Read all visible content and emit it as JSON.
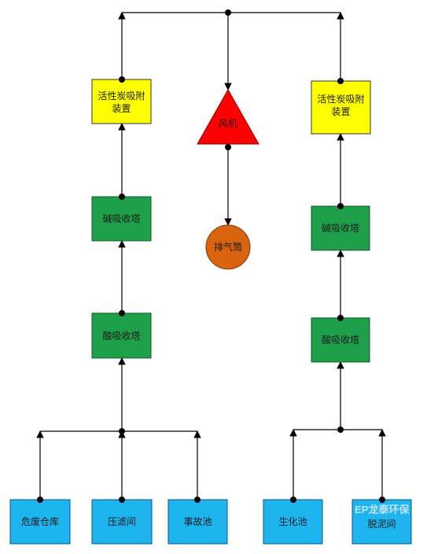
{
  "colors": {
    "carbon_fill": "#ffff00",
    "tower_fill": "#1ea04a",
    "source_fill": "#1eb4f0",
    "fan_fill": "#ff0000",
    "stack_fill": "#d96410",
    "line": "#000000"
  },
  "nodes": {
    "fan": "风机",
    "stack": "排气筒",
    "carbon_left_line1": "活性炭吸附",
    "carbon_left_line2": "装置",
    "carbon_right_line1": "活性炭吸附",
    "carbon_right_line2": "装置",
    "alkali_left": "碱吸收塔",
    "alkali_right": "碱吸收塔",
    "acid_left": "酸吸收塔",
    "acid_right": "酸吸收塔",
    "src_hazardous": "危废仓库",
    "src_filter": "压滤间",
    "src_accident": "事故池",
    "src_bio": "生化池",
    "src_sludge": "脱泥间"
  },
  "watermark": "EP龙泰环保"
}
